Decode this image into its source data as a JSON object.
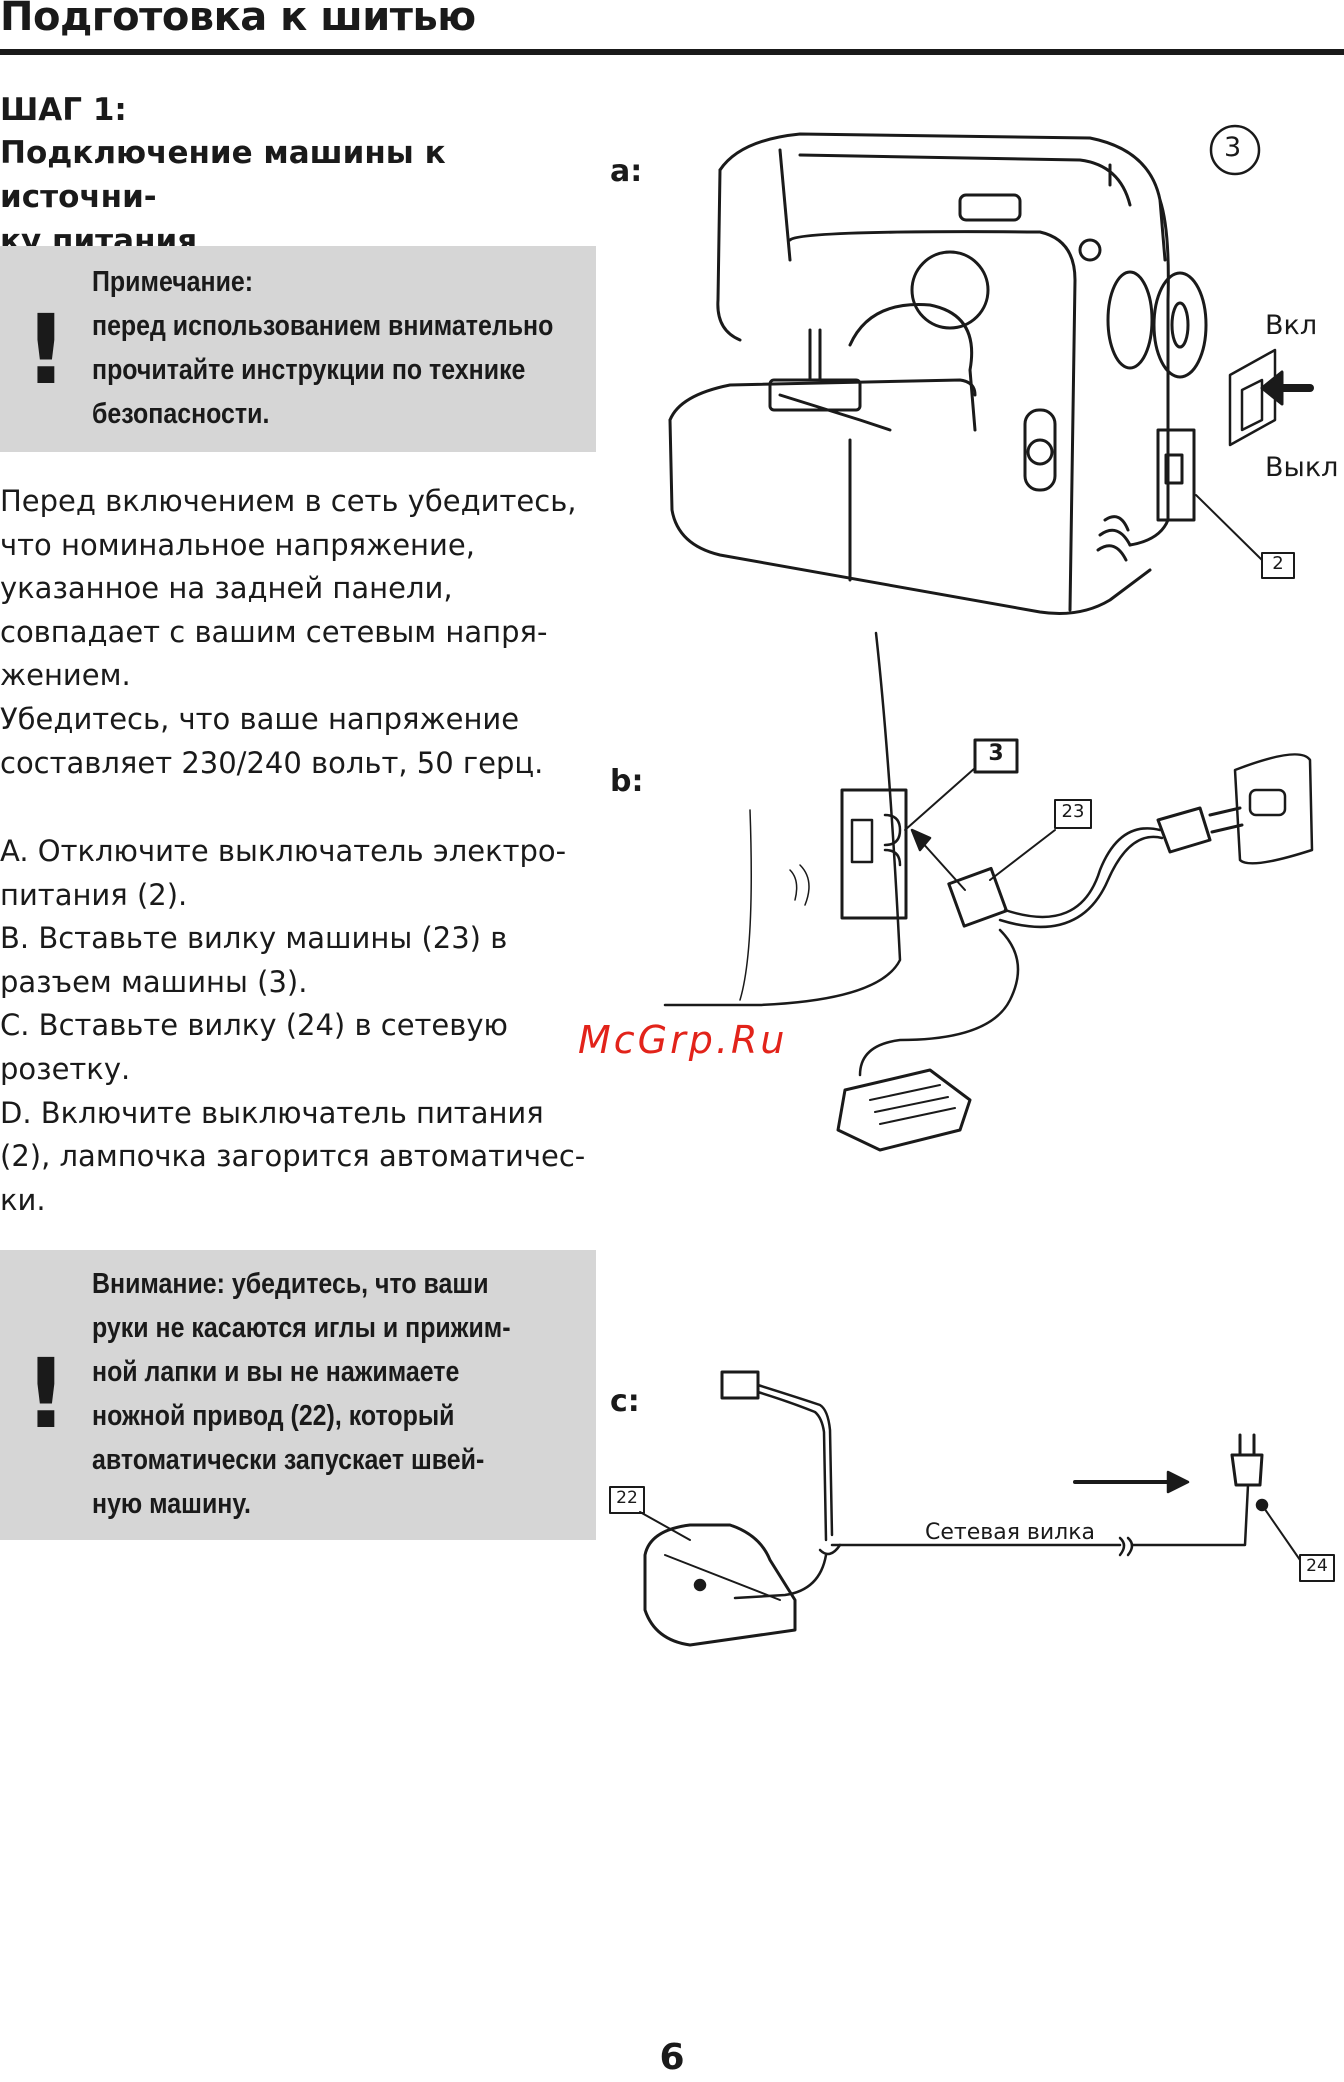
{
  "header": {
    "title": "Подготовка к шитью"
  },
  "step": {
    "number": "ШАГ 1:",
    "title_lines": [
      "Подключение машины к источни-",
      "ку питания"
    ]
  },
  "note": {
    "icon": "exclamation-icon",
    "lines": [
      "Примечание:",
      "перед использованием внимательно",
      "прочитайте инструкции по технике",
      "безопасности."
    ]
  },
  "intro": {
    "lines": [
      "Перед включением в сеть убедитесь,",
      "что номинальное напряжение,",
      "указанное на задней панели,",
      "совпадает с вашим сетевым напря-",
      "жением.",
      "Убедитесь, что ваше напряжение",
      "составляет 230/240 вольт, 50 герц."
    ]
  },
  "steps": {
    "lines": [
      "A. Отключите выключатель электро-",
      "питания (2).",
      "B. Вставьте вилку машины (23) в",
      "разъем машины (3).",
      "C. Вставьте вилку (24) в сетевую",
      "розетку.",
      "D. Включите выключатель питания",
      "(2), лампочка загорится автоматичес-",
      "ки."
    ]
  },
  "warning": {
    "icon": "exclamation-icon",
    "lines": [
      "Внимание: убедитесь, что ваши",
      "руки не касаются иглы и прижим-",
      "ной лапки и вы не нажимаете",
      "ножной привод (22), который",
      "автоматически запускает швей-",
      "ную машину."
    ]
  },
  "figures": {
    "a": {
      "label": "a:",
      "circle_number": "3",
      "on_label": "Вкл",
      "off_label": "Выкл",
      "callout_2": "2"
    },
    "b": {
      "label": "b:",
      "callout_3": "3",
      "callout_23": "23"
    },
    "c": {
      "label": "c:",
      "callout_22": "22",
      "callout_24": "24",
      "cable_label": "Сетевая вилка"
    }
  },
  "watermark": "McGrp.Ru",
  "page_number": "6"
}
